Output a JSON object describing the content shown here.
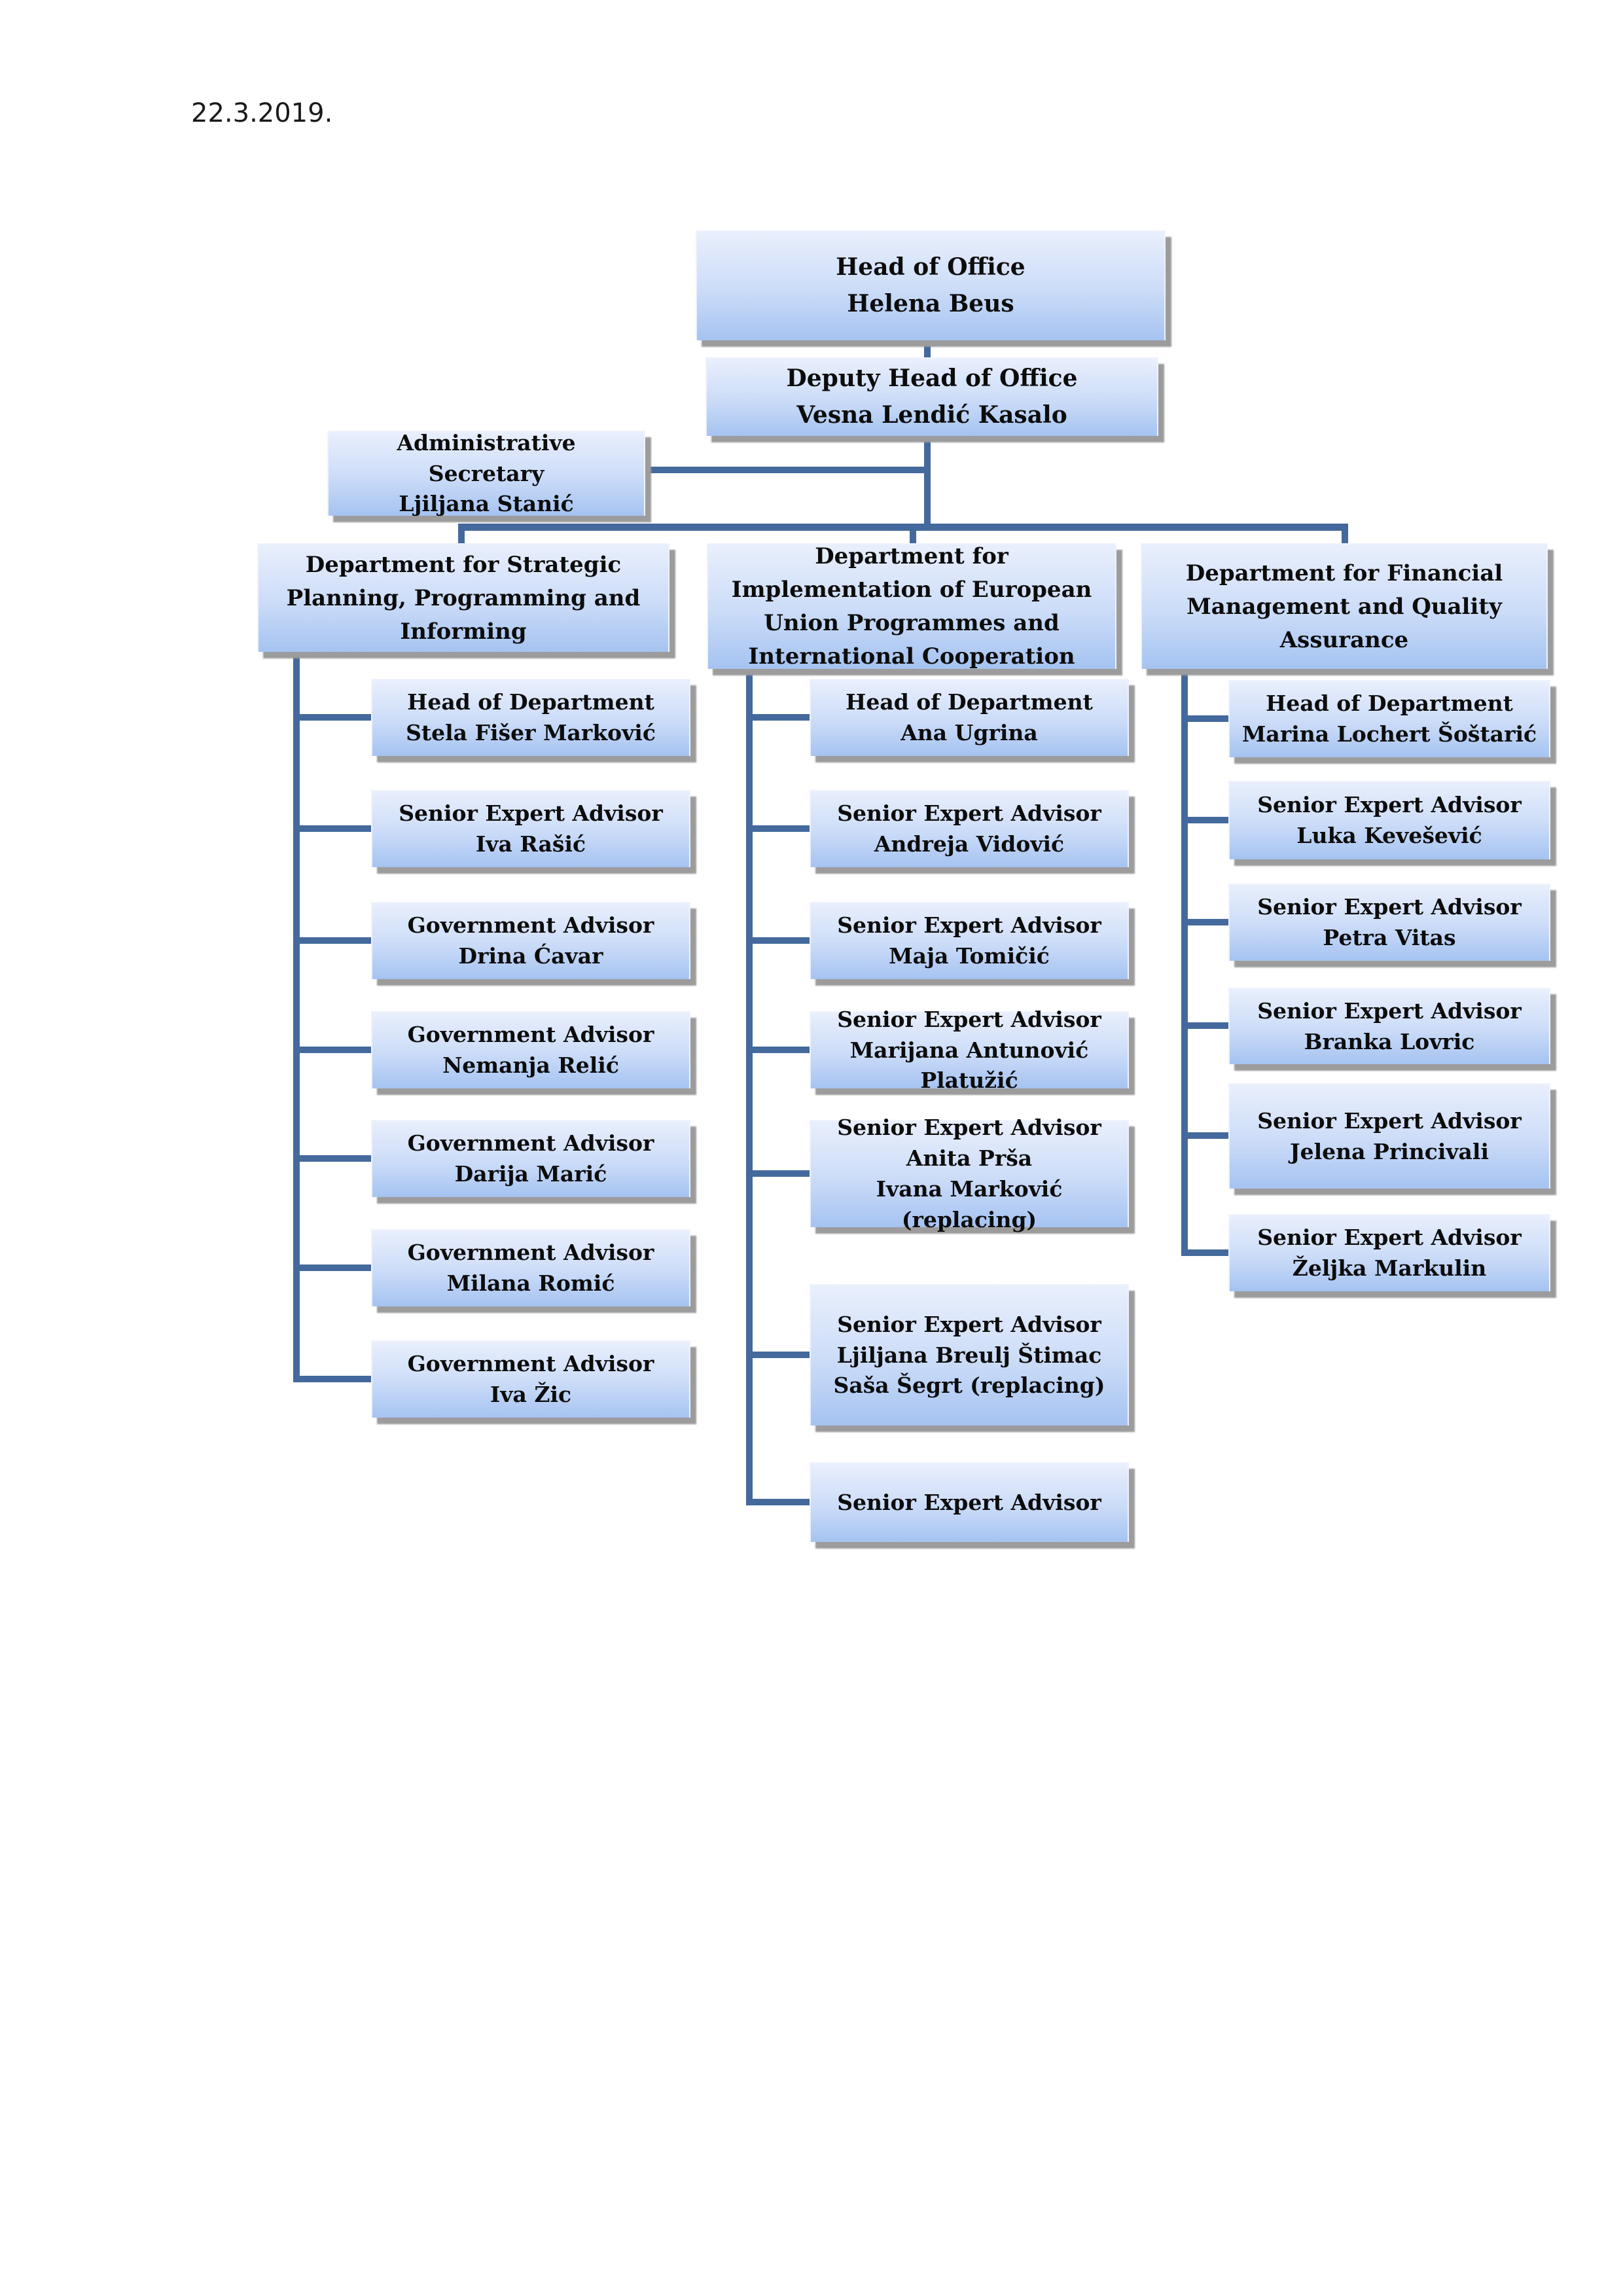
{
  "date": "22.3.2019.",
  "org": {
    "head_office": {
      "role": "Head of Office",
      "name": "Helena Beus"
    },
    "deputy_head": {
      "role": "Deputy Head of Office",
      "name": "Vesna Lendić Kasalo"
    },
    "admin_secretary": {
      "role": "Administrative Secretary",
      "name": "Ljiljana Stanić"
    },
    "departments": [
      {
        "title": "Department for Strategic Planning, Programming and Informing",
        "members": [
          {
            "role": "Head of Department",
            "name": "Stela Fišer Marković"
          },
          {
            "role": "Senior Expert Advisor",
            "name": "Iva Rašić"
          },
          {
            "role": "Government Advisor",
            "name": "Drina Ćavar"
          },
          {
            "role": "Government Advisor",
            "name": "Nemanja Relić"
          },
          {
            "role": "Government Advisor",
            "name": "Darija Marić"
          },
          {
            "role": "Government Advisor",
            "name": "Milana Romić"
          },
          {
            "role": "Government Advisor",
            "name": "Iva Žic"
          }
        ]
      },
      {
        "title": "Department for Implementation of European Union Programmes and International Cooperation",
        "members": [
          {
            "role": "Head of Department",
            "name": "Ana Ugrina"
          },
          {
            "role": "Senior Expert Advisor",
            "name": "Andreja Vidović"
          },
          {
            "role": "Senior Expert Advisor",
            "name": "Maja Tomičić"
          },
          {
            "role": "Senior Expert Advisor",
            "name": "Marijana Antunović  Platužić"
          },
          {
            "role": "Senior Expert Advisor",
            "name": "Anita Prša",
            "name2": "Ivana Marković (replacing)"
          },
          {
            "role": "Senior Expert Advisor",
            "name": "Ljiljana Breulj Štimac",
            "name2": "Saša Šegrt (replacing)"
          },
          {
            "role": "Senior Expert Advisor",
            "name": ""
          }
        ]
      },
      {
        "title": "Department for Financial Management and Quality Assurance",
        "members": [
          {
            "role": "Head of Department",
            "name": "Marina Lochert Šoštarić"
          },
          {
            "role": "Senior Expert Advisor",
            "name": "Luka Kevešević"
          },
          {
            "role": "Senior Expert Advisor",
            "name": "Petra Vitas"
          },
          {
            "role": "Senior Expert Advisor",
            "name": "Branka Lovric"
          },
          {
            "role": "Senior Expert Advisor",
            "name": "Jelena Princivali"
          },
          {
            "role": "Senior Expert Advisor",
            "name": "Željka Markulin"
          }
        ]
      }
    ]
  },
  "colors": {
    "connector": "#44699c",
    "box_gradient_top": "#e9effc",
    "box_gradient_bottom": "#a5c3f1",
    "shadow": "#9c9c9c"
  }
}
